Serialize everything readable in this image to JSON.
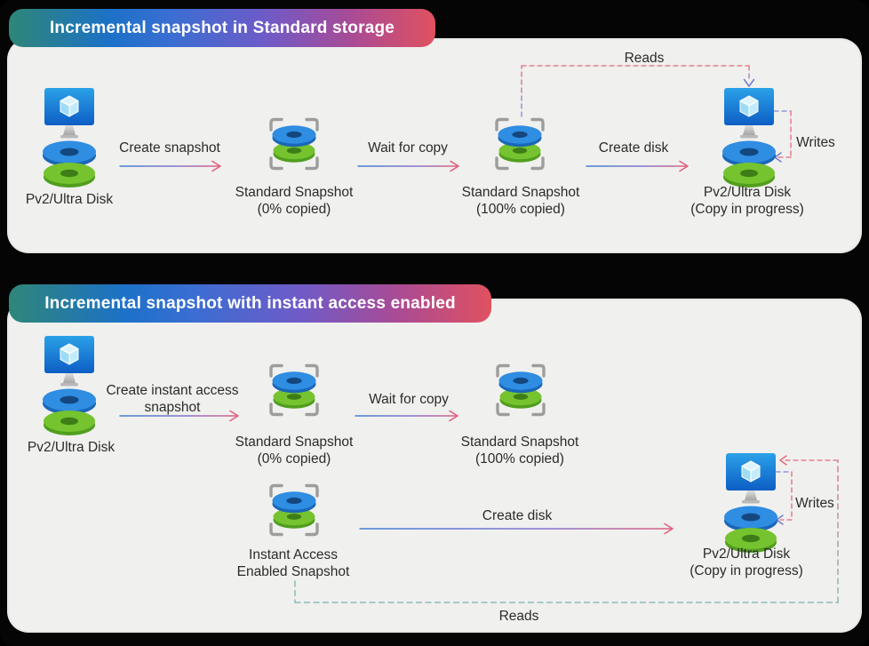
{
  "colors": {
    "background": "#000000",
    "panel_background": "#f0f0ee",
    "title_gradient": [
      "#2f8678",
      "#1c71c8",
      "#6e5bc8",
      "#a84b96",
      "#e05160"
    ],
    "arrow_gradient_start": "#3f7fd2",
    "arrow_gradient_end": "#e0607e",
    "dash_red": "#e06a7c",
    "dash_blue": "#7c86d8",
    "dash_teal": "#79b0ad",
    "label_text": "#2b2b2b",
    "disk_blue": "#2f8de2",
    "disk_green": "#75c32f",
    "frame_gray": "#9d9d9d"
  },
  "icons": {
    "vm_disk": "vm-monitor-with-disk-stack-icon",
    "snapshot": "disk-stack-in-snapshot-frame-icon"
  },
  "standard": {
    "title": "Incremental snapshot in Standard storage",
    "source_label": "Pv2/Ultra Disk",
    "create_snapshot_label": "Create snapshot",
    "snapshot0_line1": "Standard Snapshot",
    "snapshot0_line2": "(0% copied)",
    "wait_label": "Wait for copy",
    "snapshot100_line1": "Standard Snapshot",
    "snapshot100_line2": "(100% copied)",
    "create_disk_label": "Create disk",
    "target_line1": "Pv2/Ultra Disk",
    "target_line2": "(Copy in progress)",
    "reads_label": "Reads",
    "writes_label": "Writes"
  },
  "instant": {
    "title": "Incremental snapshot with instant access enabled",
    "source_label": "Pv2/Ultra Disk",
    "create_instant_line1": "Create instant access",
    "create_instant_line2": "snapshot",
    "snapshot0_line1": "Standard Snapshot",
    "snapshot0_line2": "(0% copied)",
    "wait_label": "Wait for copy",
    "snapshot100_line1": "Standard Snapshot",
    "snapshot100_line2": "(100% copied)",
    "instant_snap_line1": "Instant Access",
    "instant_snap_line2": "Enabled Snapshot",
    "create_disk_label": "Create disk",
    "target_line1": "Pv2/Ultra Disk",
    "target_line2": "(Copy in progress)",
    "reads_label": "Reads",
    "writes_label": "Writes"
  }
}
